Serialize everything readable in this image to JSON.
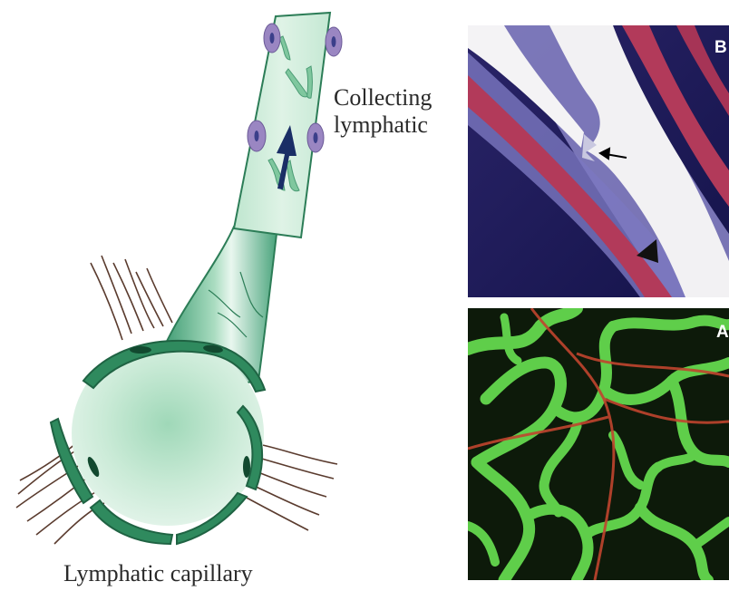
{
  "figure": {
    "diagram": {
      "collecting_label_line1": "Collecting",
      "collecting_label_line2": "lymphatic",
      "capillary_label": "Lymphatic capillary"
    },
    "panels": [
      {
        "letter": "B"
      },
      {
        "letter": "A"
      }
    ]
  }
}
